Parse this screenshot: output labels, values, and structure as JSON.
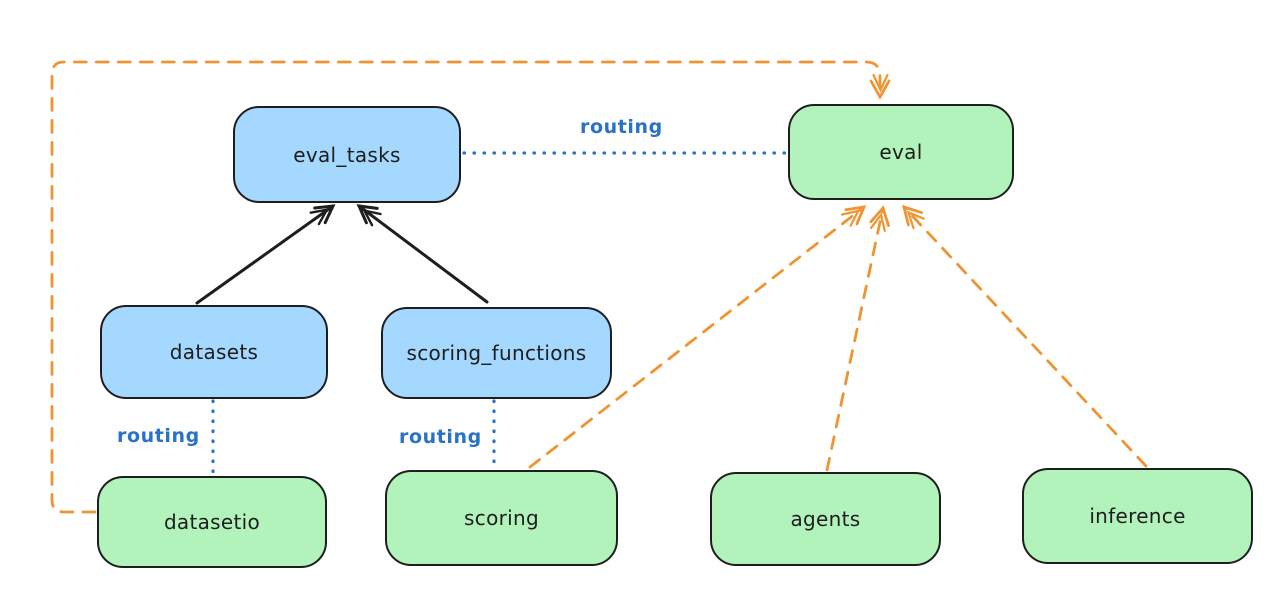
{
  "diagram": {
    "nodes": {
      "eval_tasks": {
        "label": "eval_tasks",
        "fill": "blue"
      },
      "eval": {
        "label": "eval",
        "fill": "green"
      },
      "datasets": {
        "label": "datasets",
        "fill": "blue"
      },
      "scoring_functions": {
        "label": "scoring_functions",
        "fill": "blue"
      },
      "datasetio": {
        "label": "datasetio",
        "fill": "green"
      },
      "scoring": {
        "label": "scoring",
        "fill": "green"
      },
      "agents": {
        "label": "agents",
        "fill": "green"
      },
      "inference": {
        "label": "inference",
        "fill": "green"
      }
    },
    "edge_labels": {
      "eval_tasks_eval": "routing",
      "datasets_datasetio": "routing",
      "scoring_functions_scoring": "routing"
    },
    "edges": [
      {
        "from": "datasets",
        "to": "eval_tasks",
        "style": "solid",
        "color": "#1e1e1e",
        "arrow": true
      },
      {
        "from": "scoring_functions",
        "to": "eval_tasks",
        "style": "solid",
        "color": "#1e1e1e",
        "arrow": true
      },
      {
        "from": "eval_tasks",
        "to": "eval",
        "style": "dotted",
        "color": "#2a72c5",
        "arrow": false,
        "label": "routing"
      },
      {
        "from": "datasets",
        "to": "datasetio",
        "style": "dotted",
        "color": "#2a72c5",
        "arrow": false,
        "label": "routing"
      },
      {
        "from": "scoring_functions",
        "to": "scoring",
        "style": "dotted",
        "color": "#2a72c5",
        "arrow": false,
        "label": "routing"
      },
      {
        "from": "datasetio",
        "to": "eval",
        "style": "dashed",
        "color": "#ef9432",
        "arrow": true,
        "route": "around-left-top"
      },
      {
        "from": "scoring",
        "to": "eval",
        "style": "dashed",
        "color": "#ef9432",
        "arrow": true
      },
      {
        "from": "agents",
        "to": "eval",
        "style": "dashed",
        "color": "#ef9432",
        "arrow": true
      },
      {
        "from": "inference",
        "to": "eval",
        "style": "dashed",
        "color": "#ef9432",
        "arrow": true
      }
    ],
    "colors": {
      "node_blue_fill": "#a5d8ff",
      "node_green_fill": "#b2f2bb",
      "node_stroke": "#1e1e1e",
      "solid_arrow": "#1e1e1e",
      "routing_blue": "#2a72c5",
      "dashed_orange": "#ef9432",
      "background": "#ffffff"
    }
  }
}
